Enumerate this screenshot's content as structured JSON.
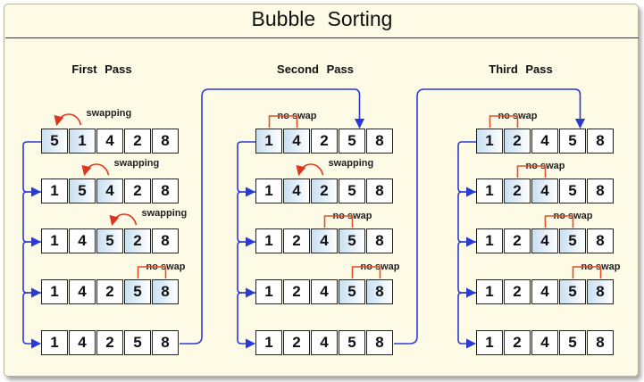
{
  "title": "Bubble Sorting",
  "colors": {
    "arrow": "#2a3bd4",
    "swap_arrow": "#d9381e",
    "bracket": "#e0502a",
    "highlight": "#c8dff2"
  },
  "passes": [
    {
      "label": "First Pass",
      "rows": [
        {
          "values": [
            "5",
            "1",
            "4",
            "2",
            "8"
          ],
          "compare": 0,
          "action": "swapping"
        },
        {
          "values": [
            "1",
            "5",
            "4",
            "2",
            "8"
          ],
          "compare": 1,
          "action": "swapping"
        },
        {
          "values": [
            "1",
            "4",
            "5",
            "2",
            "8"
          ],
          "compare": 2,
          "action": "swapping"
        },
        {
          "values": [
            "1",
            "4",
            "2",
            "5",
            "8"
          ],
          "compare": 3,
          "action": "no swap"
        },
        {
          "values": [
            "1",
            "4",
            "2",
            "5",
            "8"
          ],
          "compare": null,
          "action": ""
        }
      ]
    },
    {
      "label": "Second Pass",
      "rows": [
        {
          "values": [
            "1",
            "4",
            "2",
            "5",
            "8"
          ],
          "compare": 0,
          "action": "no swap"
        },
        {
          "values": [
            "1",
            "4",
            "2",
            "5",
            "8"
          ],
          "compare": 1,
          "action": "swapping"
        },
        {
          "values": [
            "1",
            "2",
            "4",
            "5",
            "8"
          ],
          "compare": 2,
          "action": "no swap"
        },
        {
          "values": [
            "1",
            "2",
            "4",
            "5",
            "8"
          ],
          "compare": 3,
          "action": "no swap"
        },
        {
          "values": [
            "1",
            "2",
            "4",
            "5",
            "8"
          ],
          "compare": null,
          "action": ""
        }
      ]
    },
    {
      "label": "Third Pass",
      "rows": [
        {
          "values": [
            "1",
            "2",
            "4",
            "5",
            "8"
          ],
          "compare": 0,
          "action": "no swap"
        },
        {
          "values": [
            "1",
            "2",
            "4",
            "5",
            "8"
          ],
          "compare": 1,
          "action": "no swap"
        },
        {
          "values": [
            "1",
            "2",
            "4",
            "5",
            "8"
          ],
          "compare": 2,
          "action": "no swap"
        },
        {
          "values": [
            "1",
            "2",
            "4",
            "5",
            "8"
          ],
          "compare": 3,
          "action": "no swap"
        },
        {
          "values": [
            "1",
            "2",
            "4",
            "5",
            "8"
          ],
          "compare": null,
          "action": ""
        }
      ]
    }
  ]
}
